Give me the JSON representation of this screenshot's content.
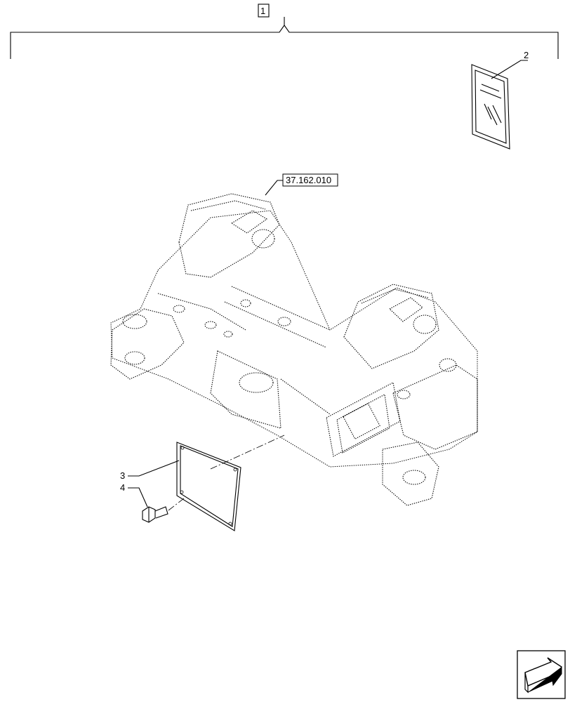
{
  "callouts": {
    "assembly": "1",
    "manual": "2",
    "cover_plate": "3",
    "bolt": "4"
  },
  "reference_label": "37.162.010",
  "colors": {
    "line": "#000000",
    "background": "#ffffff"
  },
  "icons": {
    "nav": "next-page-arrow-icon"
  }
}
